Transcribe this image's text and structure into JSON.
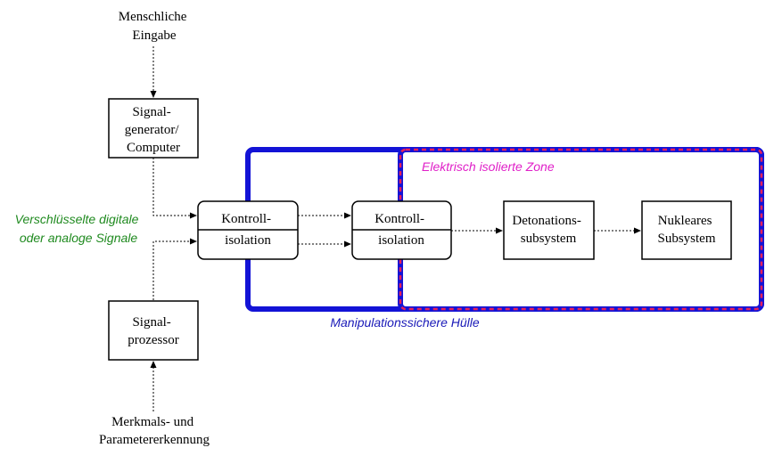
{
  "colors": {
    "enclosure": "#1313d6",
    "zone_dash": "#e8205a",
    "enclosure_label": "#1a1ab8",
    "zone_label": "#e020c8",
    "signals_label": "#1f8a1f",
    "box_stroke": "#000000"
  },
  "labels": {
    "human_input": [
      "Menschliche",
      "Eingabe"
    ],
    "encrypted_signals": [
      "Verschlüsselte digitale",
      "oder analoge Signale"
    ],
    "feature_recognition": [
      "Merkmals- und",
      "Parametererkennung"
    ],
    "tamper_enclosure": "Manipulationssichere Hülle",
    "isolated_zone": "Elektrisch isolierte Zone"
  },
  "boxes": {
    "signal_generator": [
      "Signal-",
      "generator/",
      "Computer"
    ],
    "signal_processor": [
      "Signal-",
      "prozessor"
    ],
    "control_isolation_1": [
      "Kontroll-",
      "isolation"
    ],
    "control_isolation_2": [
      "Kontroll-",
      "isolation"
    ],
    "detonation": [
      "Detonations-",
      "subsystem"
    ],
    "nuclear": [
      "Nukleares",
      "Subsystem"
    ]
  }
}
